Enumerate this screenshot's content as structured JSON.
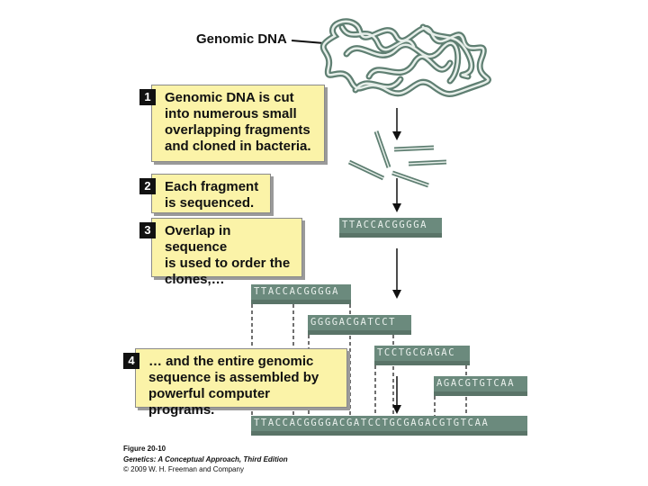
{
  "genomic_label": "Genomic DNA",
  "steps": [
    {
      "num": "1",
      "lines": [
        "Genomic DNA is cut",
        "into numerous small",
        "overlapping fragments",
        "and cloned in bacteria."
      ]
    },
    {
      "num": "2",
      "lines": [
        "Each fragment",
        "is sequenced."
      ]
    },
    {
      "num": "3",
      "lines": [
        "Overlap in sequence",
        "is used to order the",
        "clones,…"
      ]
    },
    {
      "num": "4",
      "lines": [
        "… and the entire genomic",
        "sequence is assembled by",
        "powerful computer programs."
      ]
    }
  ],
  "sequences": {
    "single": "TTACCACGGGGA",
    "fragment_1": "TTACCACGGGGA",
    "fragment_2": "GGGGACGATCCT",
    "fragment_3": "TCCTGCGAGAC",
    "fragment_4": "AGACGTGTCAA",
    "assembled": "TTACCACGGGGACGATCCTGCGAGACGTGTCAA"
  },
  "caption": {
    "figure": "Figure 20-10",
    "book": "Genetics: A Conceptual Approach, Third Edition",
    "copyright": "© 2009 W. H. Freeman and Company"
  },
  "colors": {
    "box_fill": "#fbf3a8",
    "sequence_bar": "#6b8a7d",
    "dna_strand": "#6b8a7d"
  }
}
